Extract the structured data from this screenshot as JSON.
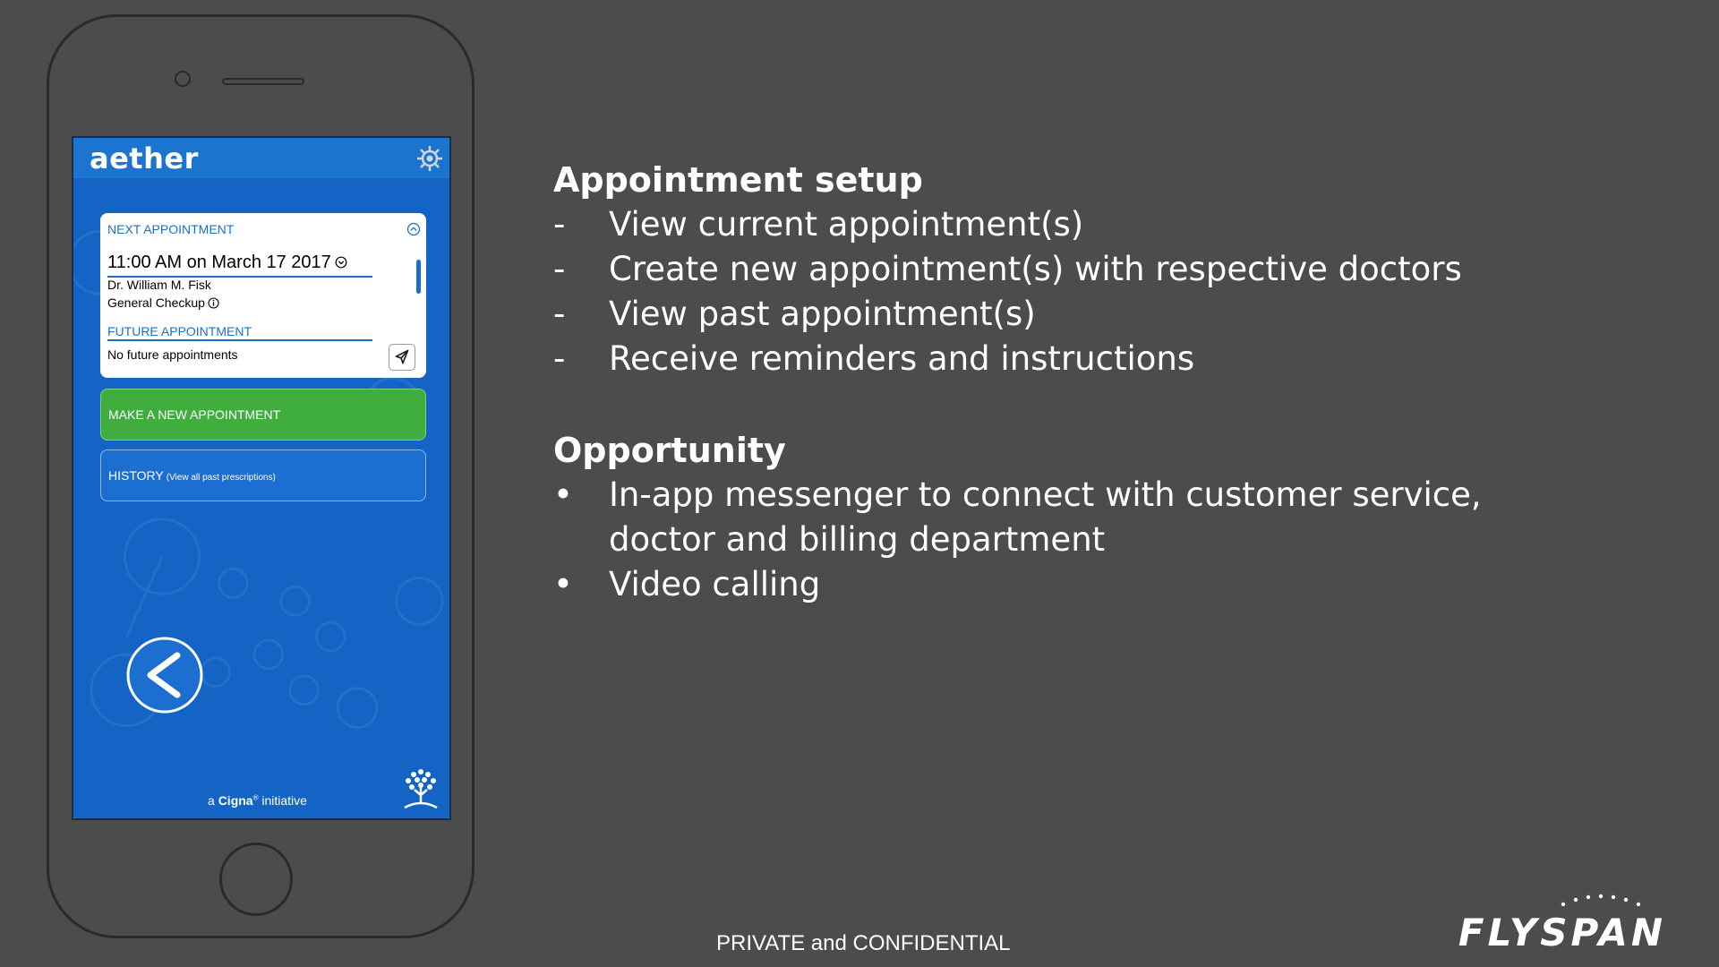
{
  "app": {
    "logo": "aether",
    "next_appointment_label": "NEXT APPOINTMENT",
    "appointment_time": "11:00 AM on March 17 2017",
    "doctor": "Dr. William M. Fisk",
    "appointment_type": "General Checkup",
    "future_appointment_label": "FUTURE APPOINTMENT",
    "future_appointment_value": "No future appointments",
    "new_appointment_button": "MAKE A NEW APPOINTMENT",
    "history_button": "HISTORY",
    "history_subtext": "(View all past prescriptions)",
    "cigna_prefix": "a ",
    "cigna_name": "Cigna",
    "cigna_reg": "®",
    "cigna_suffix": " initiative",
    "icons": [
      "gear-icon",
      "collapse-up-icon",
      "chevron-down-icon",
      "info-icon",
      "navigation-arrow-icon",
      "back-arrow-icon",
      "tree-logo-icon"
    ]
  },
  "slide": {
    "section1_title": "Appointment setup",
    "section1_items": [
      "View current appointment(s)",
      "Create new appointment(s) with respective doctors",
      "View past appointment(s)",
      "Receive reminders and instructions"
    ],
    "section1_marker": "-",
    "section2_title": "Opportunity",
    "section2_items": [
      "In-app messenger to connect with customer service,",
      "doctor and billing department",
      "Video calling"
    ],
    "section2_marker": "•",
    "footer": "PRIVATE and CONFIDENTIAL",
    "brand": "FLYSPAN"
  },
  "colors": {
    "background": "#4b4c4c",
    "screen_blue": "#1364c4",
    "header_blue": "#1c74d1",
    "accent_blue": "#1c6fc8",
    "green_button": "#3fae3f"
  }
}
